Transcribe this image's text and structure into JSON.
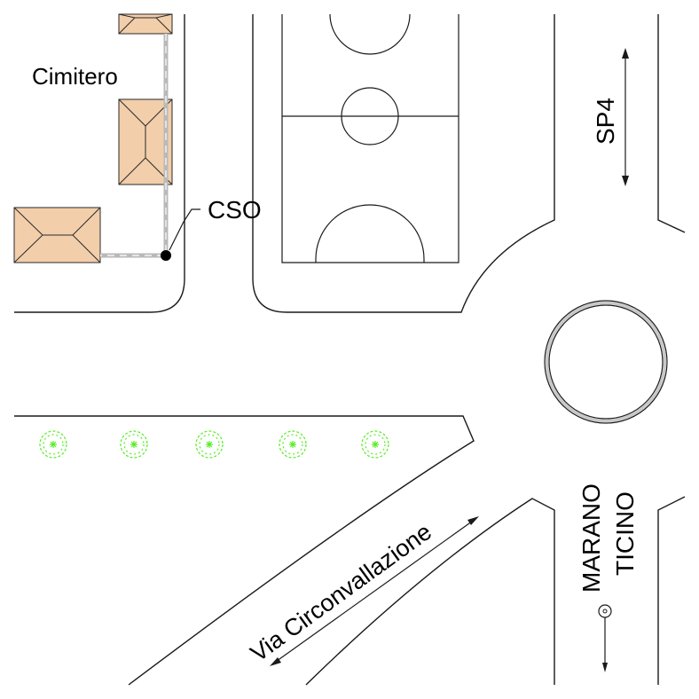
{
  "labels": {
    "cemetery": "Cimitero",
    "cso": "CSO",
    "sp4": "SP4",
    "via_circonvallazione": "Via Circonvallazione",
    "marano_line1": "MARANO",
    "marano_line2": "TICINO"
  },
  "colors": {
    "line": "#1a1a1a",
    "building_fill": "#f2ceaa",
    "sewer_pipe": "#b9b9b9",
    "roundabout_ring": "#c8c8c8",
    "shrub": "#55ee22"
  },
  "icons": {
    "shrub": "shrub-icon",
    "cso_point": "filled-circle-icon",
    "town_marker": "concentric-circle-icon"
  }
}
